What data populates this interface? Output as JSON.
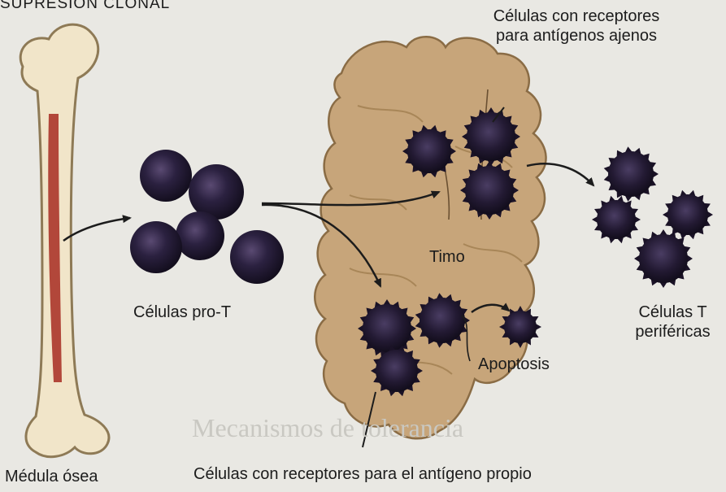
{
  "figure": {
    "title": "SUPRESIÓN CLONAL",
    "labels": {
      "bone_marrow": "Médula ósea",
      "pro_t_cells": "Células pro-T",
      "thymus": "Timo",
      "foreign_receptor_cells_line1": "Células con receptores",
      "foreign_receptor_cells_line2": "para antígenos ajenos",
      "peripheral_t_cells_line1": "Células T",
      "peripheral_t_cells_line2": "periféricas",
      "apoptosis": "Apoptosis",
      "self_receptor_cells": "Células con receptores para el antígeno propio"
    },
    "background_text": "Mecanismos de tolerancia",
    "colors": {
      "background": "#e9e8e3",
      "bone": "#f1e5c9",
      "bone_outline": "#8e7a56",
      "marrow": "#b2473a",
      "thymus": "#c7a57a",
      "thymus_outline": "#8a6c45",
      "cell": "#2a1f3a",
      "arrow": "#1c1c1c"
    }
  }
}
